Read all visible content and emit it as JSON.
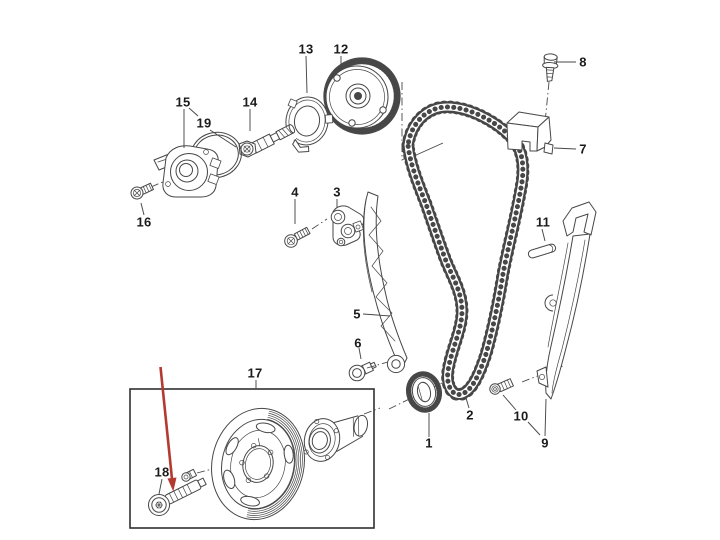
{
  "figure": {
    "kind": "exploded-parts-diagram",
    "highlight_arrow_points_to": "18"
  },
  "colors": {
    "paper": "#ffffff",
    "line": "#474747",
    "ink": "#1b1b1b",
    "arrow": "#b43a31"
  },
  "callouts": [
    {
      "label": "1"
    },
    {
      "label": "2"
    },
    {
      "label": "3"
    },
    {
      "label": "4"
    },
    {
      "label": "5"
    },
    {
      "label": "6"
    },
    {
      "label": "7"
    },
    {
      "label": "8"
    },
    {
      "label": "9"
    },
    {
      "label": "10"
    },
    {
      "label": "11"
    },
    {
      "label": "12"
    },
    {
      "label": "13"
    },
    {
      "label": "14"
    },
    {
      "label": "15"
    },
    {
      "label": "16"
    },
    {
      "label": "17"
    },
    {
      "label": "18"
    },
    {
      "label": "19"
    }
  ]
}
